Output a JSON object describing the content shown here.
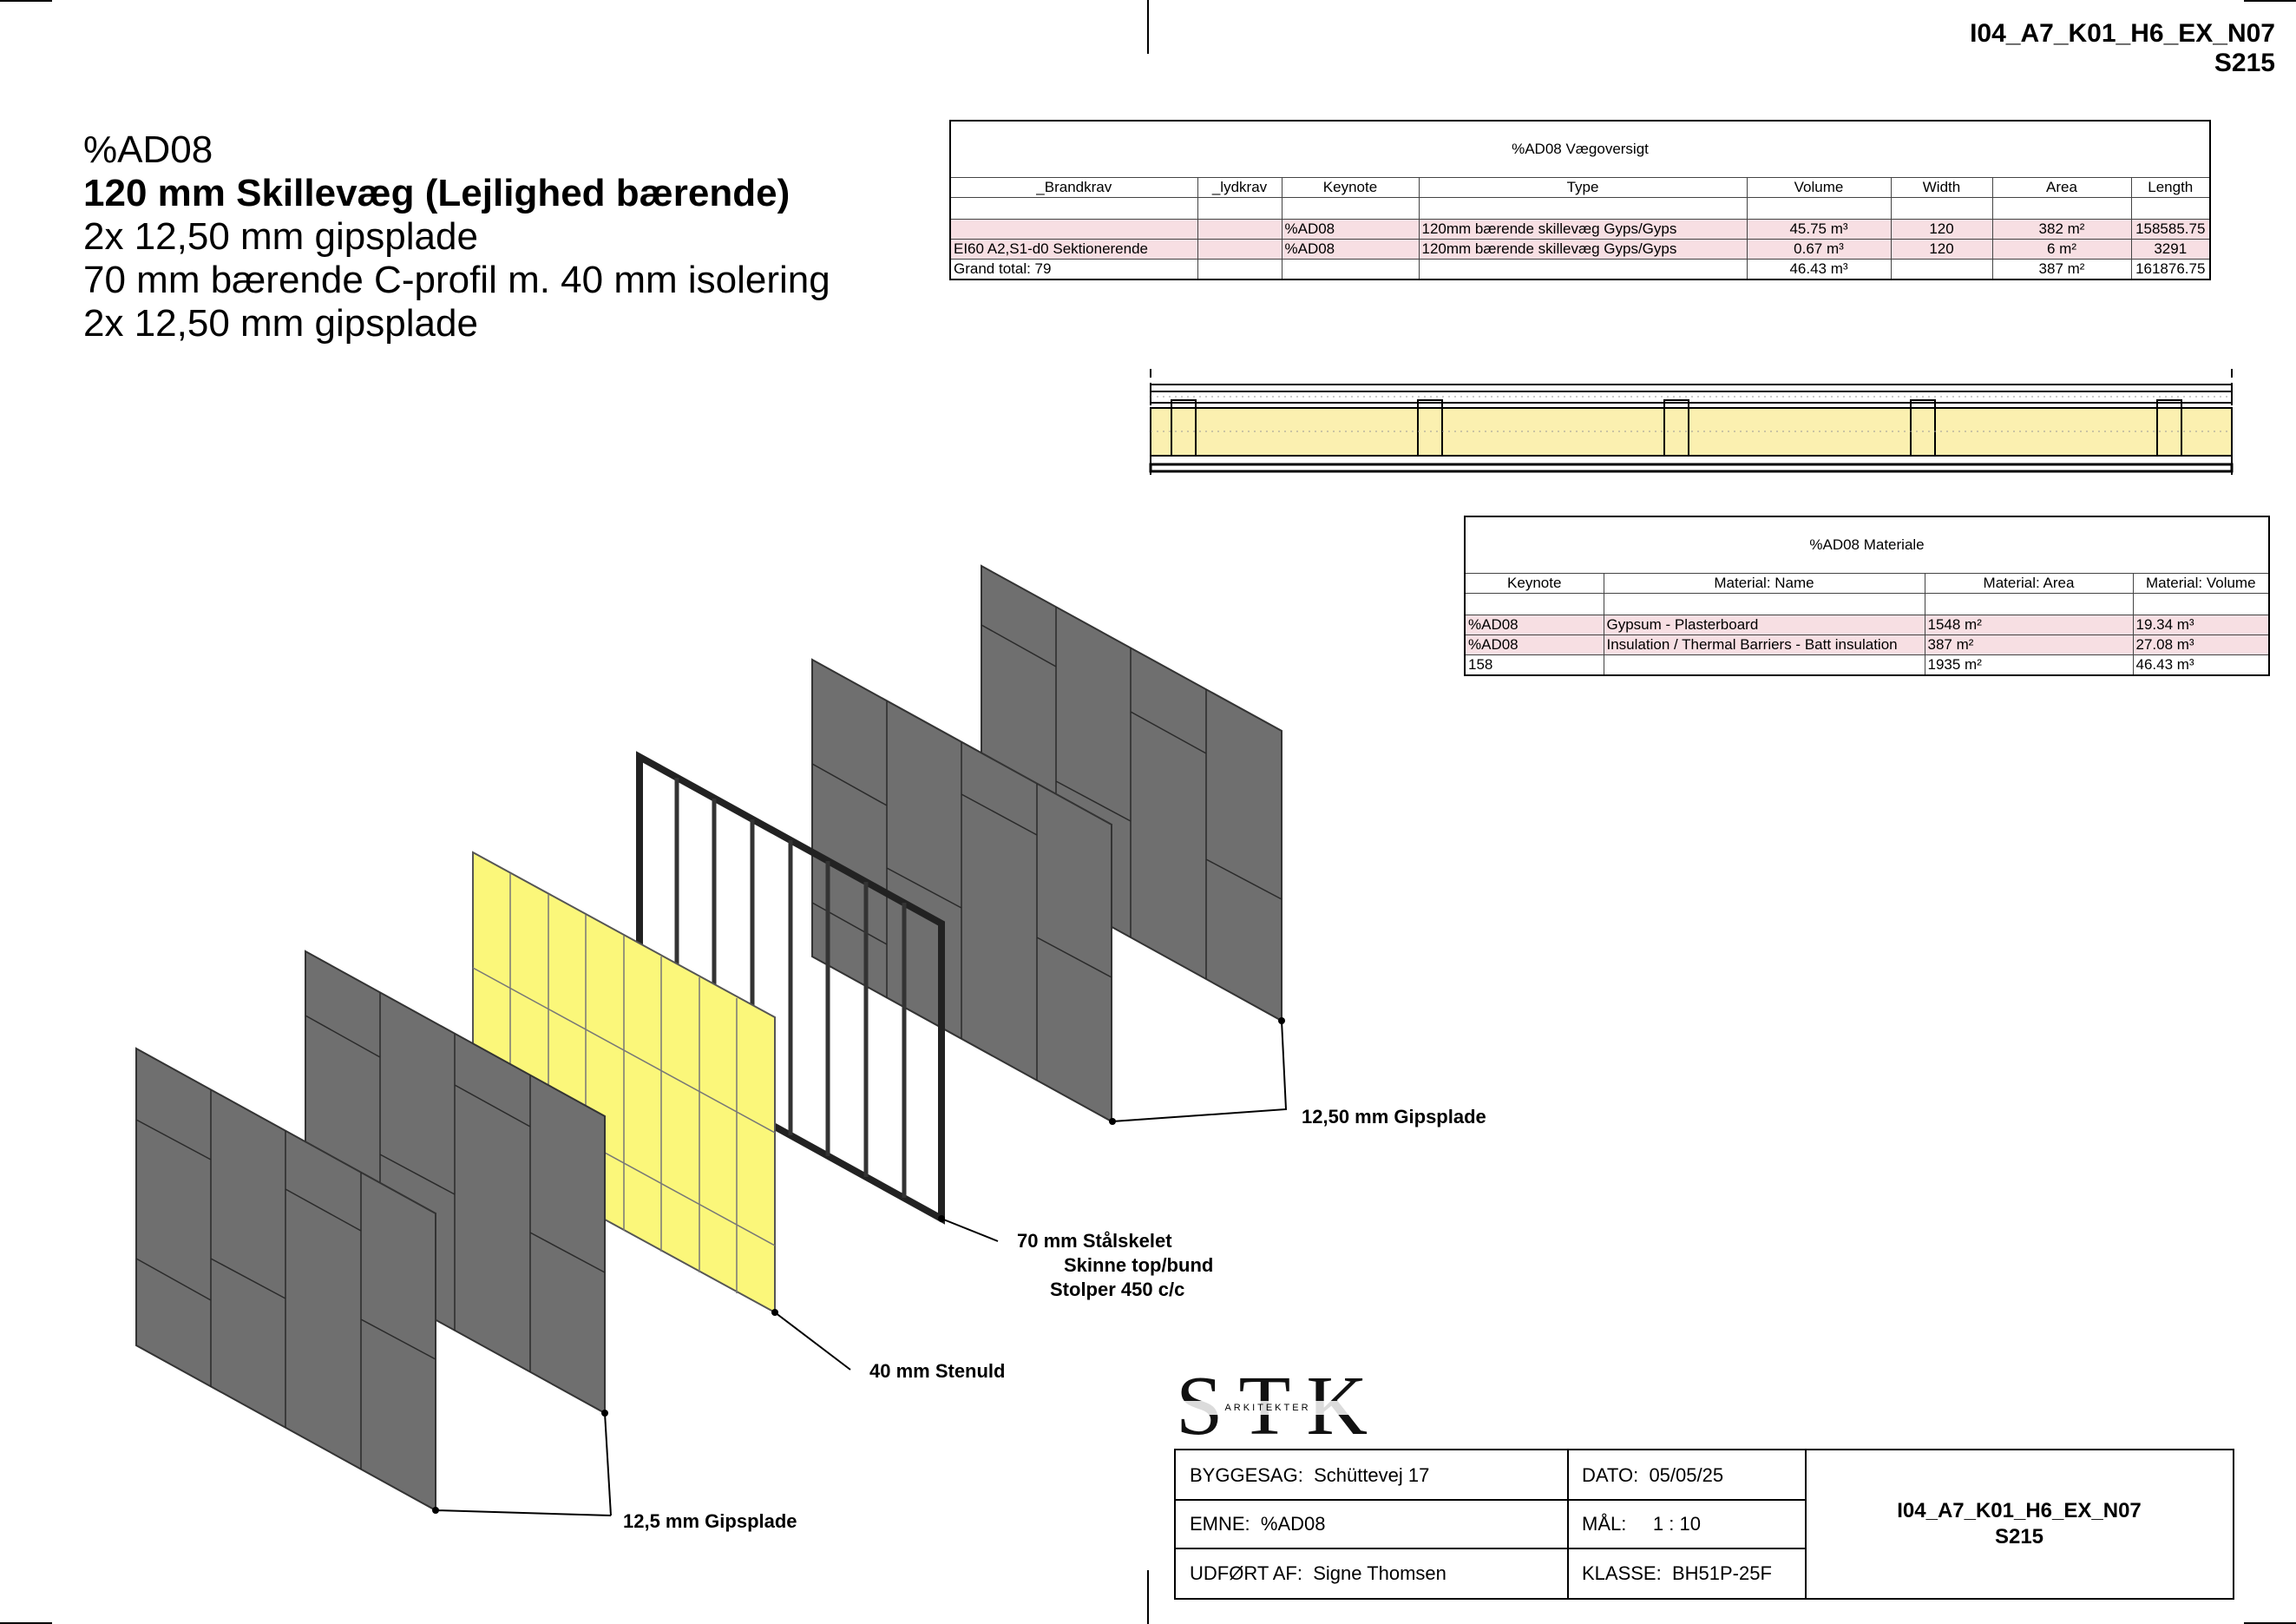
{
  "sheet": {
    "code": "I04_A7_K01_H6_EX_N07",
    "number": "S215"
  },
  "title": {
    "keynote": "%AD08",
    "name": "120 mm Skillevæg (Lejlighed bærende)",
    "layers": [
      "2x 12,50 mm gipsplade",
      "70 mm bærende C-profil m. 40 mm isolering",
      "2x 12,50 mm gipsplade"
    ]
  },
  "wall_schedule": {
    "caption": "%AD08 Vægoversigt",
    "headers": [
      "_Brandkrav",
      "_lydkrav",
      "Keynote",
      "Type",
      "Volume",
      "Width",
      "Area",
      "Length"
    ],
    "rows": [
      [
        "",
        "",
        "%AD08",
        "120mm bærende skillevæg Gyps/Gyps",
        "45.75 m³",
        "120",
        "382 m²",
        "158585.75"
      ],
      [
        "EI60 A2,S1-d0 Sektionerende",
        "",
        "%AD08",
        "120mm bærende skillevæg Gyps/Gyps",
        "0.67 m³",
        "120",
        "6 m²",
        "3291"
      ]
    ],
    "total": [
      "Grand total: 79",
      "",
      "",
      "",
      "46.43 m³",
      "",
      "387 m²",
      "161876.75"
    ]
  },
  "material_schedule": {
    "caption": "%AD08 Materiale",
    "headers": [
      "Keynote",
      "Material: Name",
      "Material: Area",
      "Material: Volume"
    ],
    "rows": [
      [
        "%AD08",
        "Gypsum - Plasterboard",
        "1548 m²",
        "19.34 m³"
      ],
      [
        "%AD08",
        "Insulation / Thermal Barriers - Batt insulation",
        "387 m²",
        "27.08 m³"
      ]
    ],
    "total": [
      "158",
      "",
      "1935 m²",
      "46.43 m³"
    ]
  },
  "labels": {
    "gips_right": "12,50 mm Gipsplade",
    "steel_1": "70 mm Stålskelet",
    "steel_2": "Skinne top/bund",
    "steel_3": "Stolper 450 c/c",
    "insulation": "40 mm Stenuld",
    "gips_left": "12,5 mm Gipsplade"
  },
  "logo": {
    "letters": "STK",
    "sub": "ARKITEKTER"
  },
  "titleblock": {
    "byggesag_label": "BYGGESAG:",
    "byggesag": "Schüttevej 17",
    "dato_label": "DATO:",
    "dato": "05/05/25",
    "emne_label": "EMNE:",
    "emne": "%AD08",
    "maal_label": "MÅL:",
    "maal": "1 : 10",
    "udfoert_label": "UDFØRT AF:",
    "udfoert": "Signe Thomsen",
    "klasse_label": "KLASSE:",
    "klasse": "BH51P-25F",
    "code": "I04_A7_K01_H6_EX_N07",
    "number": "S215"
  },
  "colors": {
    "board": "#6f6f6f",
    "insulation": "#fbf77a",
    "row_highlight": "#f7dfe3"
  }
}
